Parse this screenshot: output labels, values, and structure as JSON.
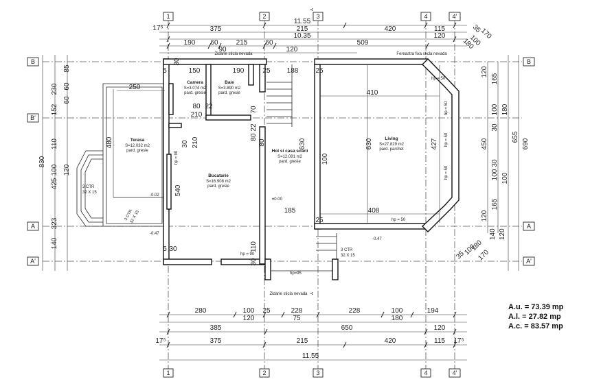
{
  "grid": {
    "vertical": [
      "1",
      "2",
      "3",
      "4",
      "4'"
    ],
    "horizontal": [
      "B",
      "B'",
      "A",
      "A'"
    ]
  },
  "top_dims": {
    "row1": [
      "375",
      "215",
      "420",
      "115"
    ],
    "total": "11.55",
    "overall": "10.35",
    "row3": [
      "190",
      "60",
      "215",
      "60",
      "509",
      "120"
    ],
    "row4": [
      "90",
      "120"
    ],
    "small": "17⁵"
  },
  "bottom_dims": {
    "row1": [
      "280",
      "100",
      "25",
      "228",
      "228",
      "100",
      "194"
    ],
    "row1b": [
      "120",
      "75",
      "180"
    ],
    "row2": [
      "385",
      "650",
      "120"
    ],
    "row3": [
      "375",
      "215",
      "420",
      "115"
    ],
    "total": "11.55",
    "small": "17⁵"
  },
  "left_dims": {
    "outer": "830",
    "mid": [
      "230",
      "152",
      "110",
      "100",
      "120",
      "323",
      "140"
    ],
    "inner": [
      "85",
      "60",
      "60"
    ],
    "group": "425"
  },
  "right_dims": {
    "a": [
      "120",
      "165",
      "100",
      "180",
      "30",
      "100",
      "100",
      "30",
      "165",
      "120"
    ],
    "b": [
      "450",
      "655",
      "690"
    ],
    "corner_top": [
      "35",
      "170",
      "100",
      "180"
    ],
    "corner_bottom": [
      "35",
      "100",
      "180",
      "170",
      "140",
      "120"
    ]
  },
  "plan_labels": {
    "wall_top_left": "Zidarie sticla nevada",
    "wall_top_right": "Fereastra fixa sticla nevada",
    "wall_bottom": "Zidarie sticla nevada",
    "section_mark": "A"
  },
  "rooms": [
    {
      "name": "Camera",
      "area": "S=3.074 m2",
      "floor": "pard. gresie"
    },
    {
      "name": "Baie",
      "area": "S=3.890 m2",
      "floor": "pard. gresie"
    },
    {
      "name": "Terasa",
      "area": "S=12.032 m2",
      "floor": "pard. gresie"
    },
    {
      "name": "Bucatarie",
      "area": "S=16.908 m2",
      "floor": "pard. gresie"
    },
    {
      "name": "Hol si casa scarii",
      "area": "S=12.081 m2",
      "floor": "pard. gresie"
    },
    {
      "name": "Living",
      "area": "S=27.829 m2",
      "floor": "pard. parchet"
    }
  ],
  "interior_dims": [
    "150",
    "190",
    "188",
    "250",
    "410",
    "480",
    "630",
    "630",
    "427",
    "540",
    "185",
    "408",
    "210",
    "210",
    "100",
    "80",
    "22",
    "70",
    "80",
    "22",
    "30",
    "80",
    "25",
    "25",
    "25",
    "5",
    "5",
    "30",
    "30",
    "110",
    "30"
  ],
  "notes": {
    "hp_window": "hp = 50",
    "hp_90": "hp = 90",
    "hp_95": "hp=95",
    "level_0": "±0.00",
    "level_m002": "-0.02",
    "level_m047a": "-0.47",
    "level_m047b": "-0.47",
    "stairs_a": "3 CTR",
    "stairs_a2": "32 X 15",
    "stairs_b": "3 CTR",
    "stairs_b2": "32 X 15",
    "stairs_c": "3 CTR",
    "stairs_c2": "32 X 15"
  },
  "summary": {
    "au": "A.u. = 73.39 mp",
    "al": "A.l. = 27.82 mp",
    "ac": "A.c. = 83.57 mp"
  }
}
